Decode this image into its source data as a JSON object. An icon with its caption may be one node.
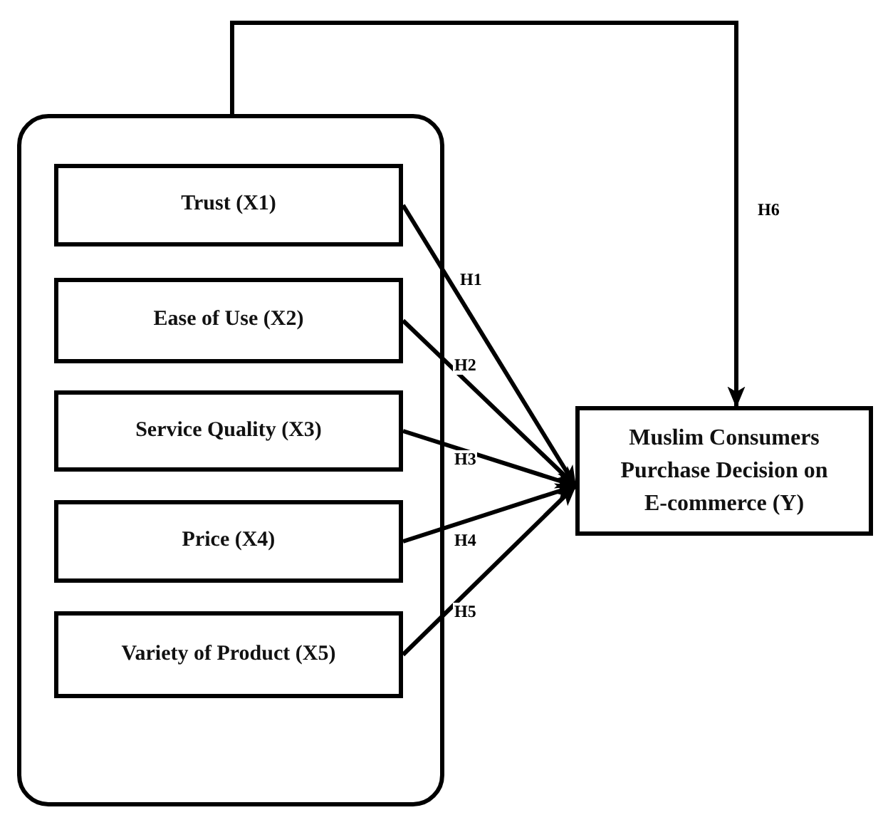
{
  "diagram": {
    "nodes": [
      {
        "text": [],
        "shape": "box"
      },
      {
        "text": [
          "Trust (X1)"
        ],
        "in": 0
      },
      {
        "text": [
          "Ease of Use (X2)"
        ],
        "in": 0
      },
      {
        "text": [
          "Service Quality (X3)"
        ],
        "in": 0
      },
      {
        "text": [
          "Price (X4)"
        ],
        "in": 0
      },
      {
        "text": [
          "Variety of Product (X5)"
        ],
        "in": 0
      },
      {
        "text": [
          "Muslim Consumers Purchase Decision on E-commerce (Y)"
        ]
      }
    ],
    "edges": [
      {
        "from": 1,
        "to": 6,
        "arrow": "to",
        "label": "H1"
      },
      {
        "from": 2,
        "to": 6,
        "arrow": "to",
        "label": "H2"
      },
      {
        "from": 3,
        "to": 6,
        "arrow": "to",
        "label": "H3"
      },
      {
        "from": 4,
        "to": 6,
        "arrow": "to",
        "label": "H4"
      },
      {
        "from": 5,
        "to": 6,
        "arrow": "to",
        "label": "H5"
      },
      {
        "from": 0,
        "to": 6,
        "arrow": "to",
        "label": "H6"
      }
    ]
  }
}
